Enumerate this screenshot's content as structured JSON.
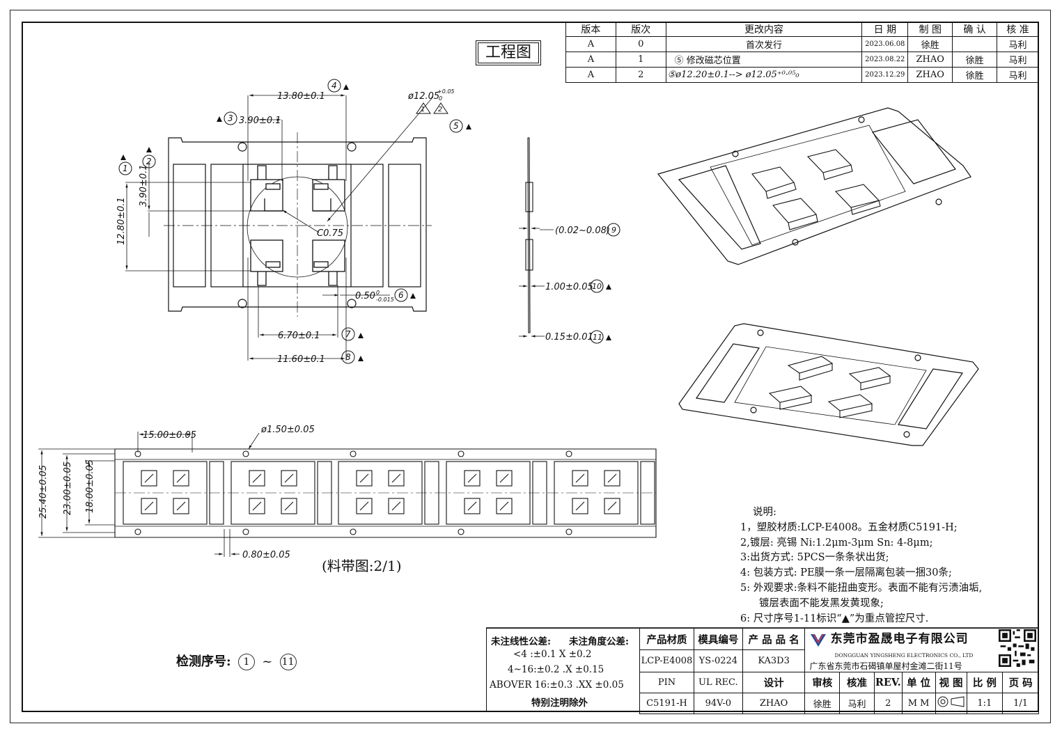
{
  "drawing_title": "工程图",
  "revision_table": {
    "headers": [
      "版本",
      "版次",
      "更改内容",
      "日 期",
      "制 图",
      "确 认",
      "核 准"
    ],
    "rows": [
      {
        "version": "A",
        "rev": "0",
        "change": "首次发行",
        "date": "2023.06.08",
        "drawn": "徐胜",
        "confirm": "",
        "approve": "马利"
      },
      {
        "version": "A",
        "rev": "1",
        "change": "⑤ 修改磁芯位置",
        "date": "2023.08.22",
        "drawn": "ZHAO",
        "confirm": "徐胜",
        "approve": "马利"
      },
      {
        "version": "A",
        "rev": "2",
        "change": "⑤ø12.20±0.1--> ø12.05⁺⁰·⁰⁵₀",
        "date": "2023.12.29",
        "drawn": "ZHAO",
        "confirm": "徐胜",
        "approve": "马利"
      }
    ]
  },
  "dimensions": {
    "d_13_80": "13.80±0.1",
    "d_3_90_h": "3.90±0.1",
    "d_3_90_v": "3.90±0.1",
    "d_12_80": "12.80±0.1",
    "d_phi12": "ø12.05",
    "d_phi12_tol": "+0.05",
    "d_phi12_tol2": "0",
    "c075": "C0.75",
    "d_050": "0.50",
    "d_050_tol1": "0",
    "d_050_tol2": "-0.015",
    "d_6_70": "6.70±0.1",
    "d_11_60": "11.60±0.1",
    "d_gap": "(0.02~0.08)",
    "d_1_00": "1.00±0.05",
    "d_0_15": "0.15±0.01",
    "d_15_00": "15.00±0.05",
    "d_phi150": "ø1.50±0.05",
    "d_25_40": "25.40±0.05",
    "d_23_00": "23.00±0.05",
    "d_18_00": "18.00±0.05",
    "d_0_80": "0.80±0.05"
  },
  "balloons": {
    "b1": "1",
    "b2": "2",
    "b3": "3",
    "b4": "4",
    "b5": "5",
    "b6": "6",
    "b7": "7",
    "b8": "8",
    "b9": "9",
    "b10": "10",
    "b11": "11",
    "t1": "1",
    "t2": "2"
  },
  "strip_caption": "(料带图:2/1)",
  "notes": {
    "heading": "说明:",
    "lines": [
      "1，塑胶材质:LCP-E4008。五金材质C5191-H;",
      "2,镀层: 亮锡 Ni:1.2μm-3μm  Sn: 4-8μm;",
      "3:出货方式: 5PCS一条条状出货;",
      "4: 包装方式: PE膜一条一层隔离包装一捆30条;",
      "5: 外观要求:条料不能扭曲变形。表面不能有污渍油垢,",
      "镀层表面不能发黑发黄现象;",
      "6: 尺寸序号1-11标识“▲”为重点管控尺寸."
    ]
  },
  "inspection": {
    "label": "检测序号:",
    "from": "1",
    "sep": "~",
    "to": "11"
  },
  "tolerance": {
    "linear_label": "未注线性公差:",
    "angle_label": "未注角度公差:",
    "r1": "<4 :±0.1  X ±0.2",
    "r2": "4~16:±0.2  .X ±0.15",
    "r3": "ABOVER 16:±0.3  .XX ±0.05",
    "r4": "特别注明除外"
  },
  "title_block": {
    "h_material": "产品材质",
    "h_mold": "模具编号",
    "h_name": "产 品 品 名",
    "material": "LCP-E4008",
    "mold": "YS-0224",
    "name": "KA3D3",
    "pin": "PIN",
    "ul": "UL REC.",
    "h_design": "设计",
    "h_review": "审核",
    "h_approve": "核准",
    "h_rev": "REV.",
    "h_unit": "单 位",
    "h_view": "视 图",
    "h_scale": "比 例",
    "h_page": "页 码",
    "pin_val": "C5191-H",
    "ul_val": "94V-0",
    "design": "ZHAO",
    "review": "徐胜",
    "approve": "马利",
    "rev": "2",
    "unit": "M M",
    "scale": "1:1",
    "page": "1/1",
    "company_cn": "东莞市盈晟电子有限公司",
    "company_en": "DONGGUAN YINGSHENG ELECTRONICS CO., LTD",
    "address": "广东省东莞市石碣镇单屋村金滩二街11号"
  }
}
